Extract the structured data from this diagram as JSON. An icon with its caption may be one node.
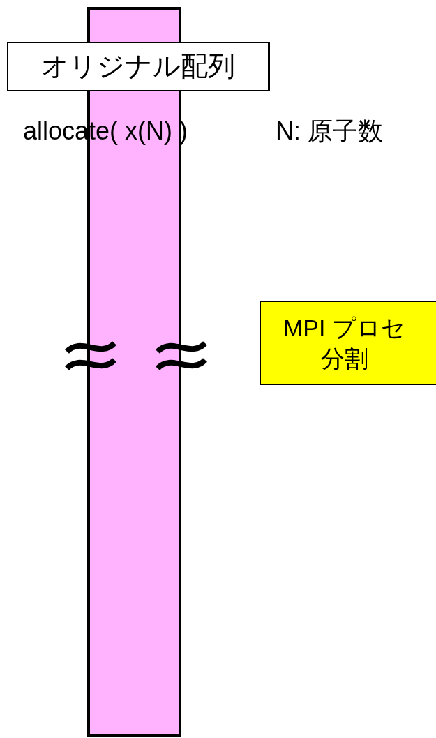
{
  "diagram": {
    "nodes": [
      {
        "text": [],
        "shape": "bar"
      },
      {
        "text": [
          "オリジナル配列"
        ]
      },
      {
        "text": [
          "MPI プロセ分割"
        ]
      }
    ],
    "labels": [
      "allocate( x(N) )",
      "N: 原子数"
    ]
  }
}
